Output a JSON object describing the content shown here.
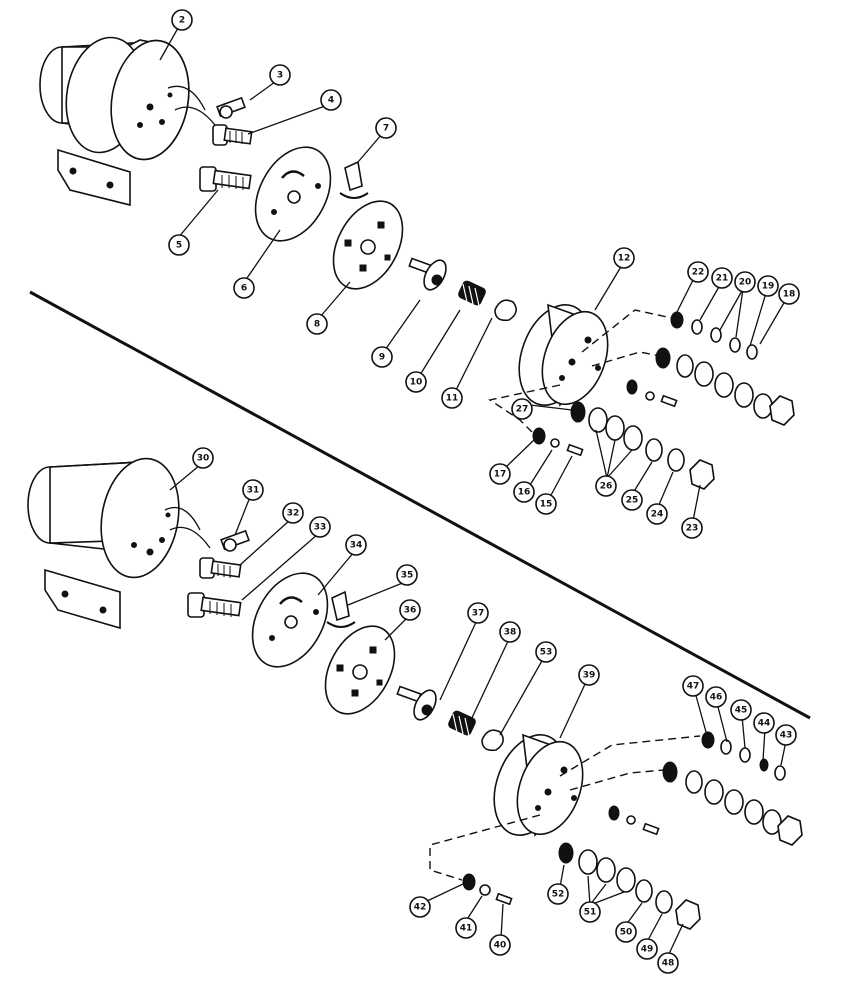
{
  "callouts": [
    {
      "label": "2"
    },
    {
      "label": "3"
    },
    {
      "label": "4"
    },
    {
      "label": "5"
    },
    {
      "label": "6"
    },
    {
      "label": "7"
    },
    {
      "label": "8"
    },
    {
      "label": "9"
    },
    {
      "label": "10"
    },
    {
      "label": "11"
    },
    {
      "label": "12"
    },
    {
      "label": "22"
    },
    {
      "label": "21"
    },
    {
      "label": "20"
    },
    {
      "label": "19"
    },
    {
      "label": "18"
    },
    {
      "label": "27"
    },
    {
      "label": "17"
    },
    {
      "label": "16"
    },
    {
      "label": "15"
    },
    {
      "label": "26"
    },
    {
      "label": "25"
    },
    {
      "label": "24"
    },
    {
      "label": "23"
    },
    {
      "label": "30"
    },
    {
      "label": "31"
    },
    {
      "label": "32"
    },
    {
      "label": "33"
    },
    {
      "label": "34"
    },
    {
      "label": "35"
    },
    {
      "label": "36"
    },
    {
      "label": "37"
    },
    {
      "label": "38"
    },
    {
      "label": "53"
    },
    {
      "label": "39"
    },
    {
      "label": "47"
    },
    {
      "label": "46"
    },
    {
      "label": "45"
    },
    {
      "label": "44"
    },
    {
      "label": "43"
    },
    {
      "label": "42"
    },
    {
      "label": "41"
    },
    {
      "label": "40"
    },
    {
      "label": "52"
    },
    {
      "label": "51"
    },
    {
      "label": "50"
    },
    {
      "label": "49"
    },
    {
      "label": "48"
    }
  ]
}
